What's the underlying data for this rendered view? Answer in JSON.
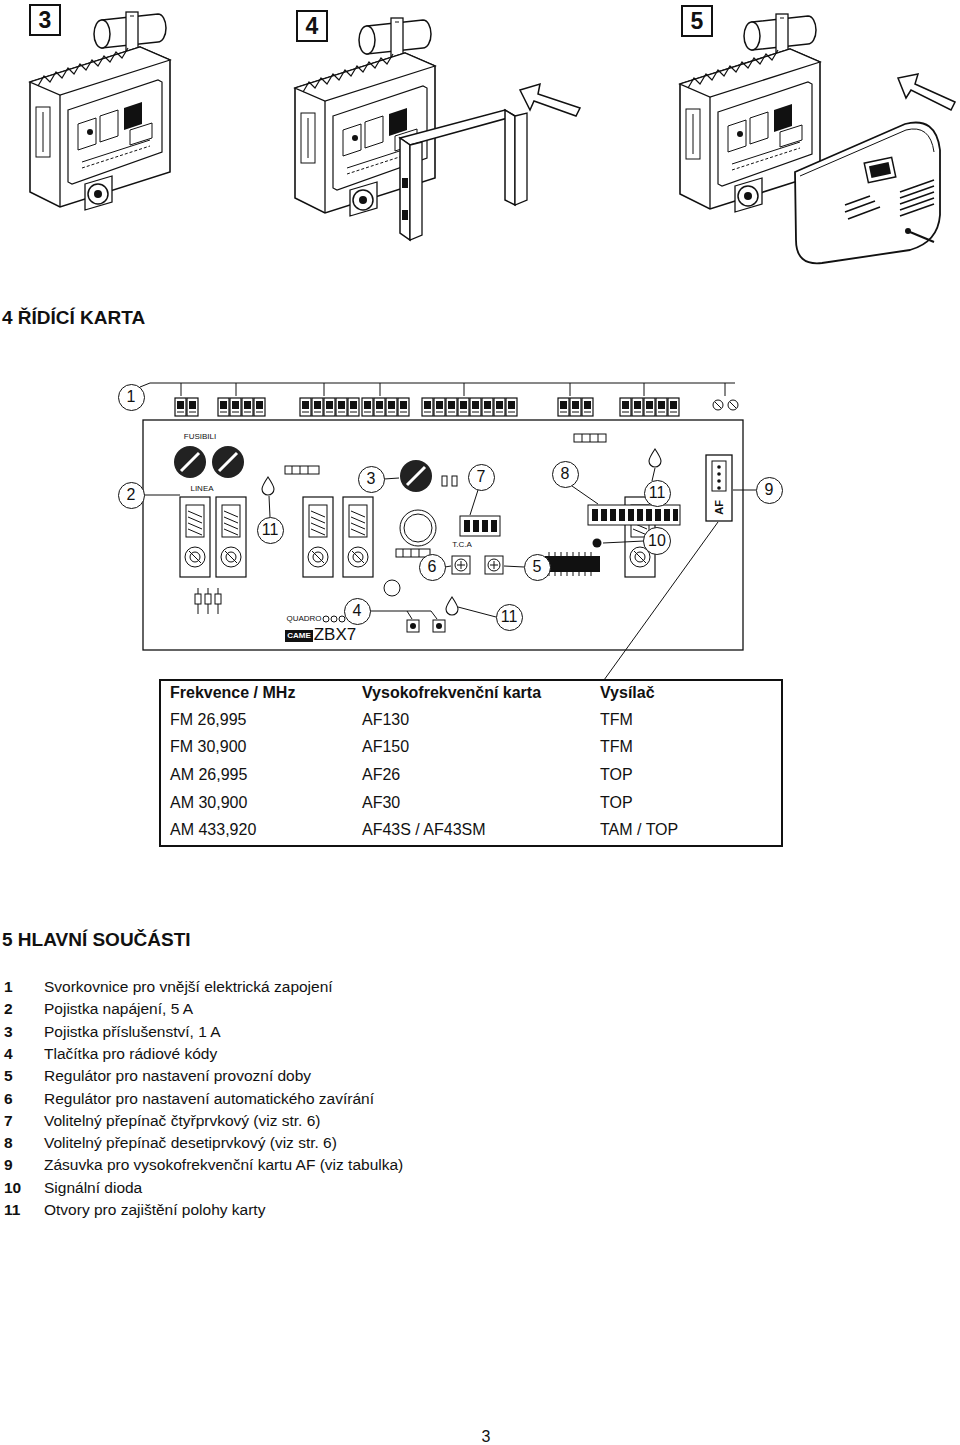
{
  "diagram": {
    "title": "4 ŘÍDÍCÍ KARTA",
    "nodes": [
      {
        "text": [
          "3"
        ]
      },
      {
        "text": [
          "4"
        ]
      },
      {
        "text": [
          "5"
        ]
      },
      {
        "text": [
          "1"
        ]
      },
      {
        "text": [
          "2"
        ]
      },
      {
        "text": [
          "11"
        ]
      },
      {
        "text": [
          "3"
        ]
      },
      {
        "text": [
          "7"
        ]
      },
      {
        "text": [
          "8"
        ]
      },
      {
        "text": [
          "11"
        ]
      },
      {
        "text": [
          "9"
        ]
      },
      {
        "text": [
          "10"
        ]
      },
      {
        "text": [
          "6"
        ]
      },
      {
        "text": [
          "5"
        ]
      },
      {
        "text": [
          "4"
        ]
      },
      {
        "text": [
          "11"
        ]
      }
    ],
    "labels": [
      "FUSIBILI",
      "LINEA",
      "T.C.A",
      "AF",
      "QUADRO",
      "CAME",
      "ZBX7",
      "Frekvence / MHz",
      "Vysokofrekvenční karta",
      "Vysílač",
      "FM 26,995",
      "AF130",
      "TFM",
      "FM 30,900",
      "AF150",
      "TFM",
      "AM 26,995",
      "AF26",
      "TOP",
      "AM 30,900",
      "AF30",
      "TOP",
      "AM 433,920",
      "AF43S / AF43SM",
      "TAM / TOP",
      "5 HLAVNÍ SOUČÁSTI",
      "1",
      "Svorkovnice pro vnější elektrická zapojení",
      "2",
      "Pojistka napájení, 5 A",
      "3",
      "Pojistka příslušenství, 1 A",
      "4",
      "Tlačítka pro rádiové kódy",
      "5",
      "Regulátor pro nastavení provozní doby",
      "6",
      "Regulátor pro nastavení automatického zavírání",
      "7",
      "Volitelný přepínač čtyřprvkový (viz str. 6)",
      "8",
      "Volitelný přepínač desetiprvkový (viz str. 6)",
      "9",
      "Zásuvka pro vysokofrekvenční kartu AF (viz tabulka)",
      "10",
      "Signální dioda",
      "11",
      "Otvory pro zajištění polohy karty",
      "3"
    ]
  }
}
